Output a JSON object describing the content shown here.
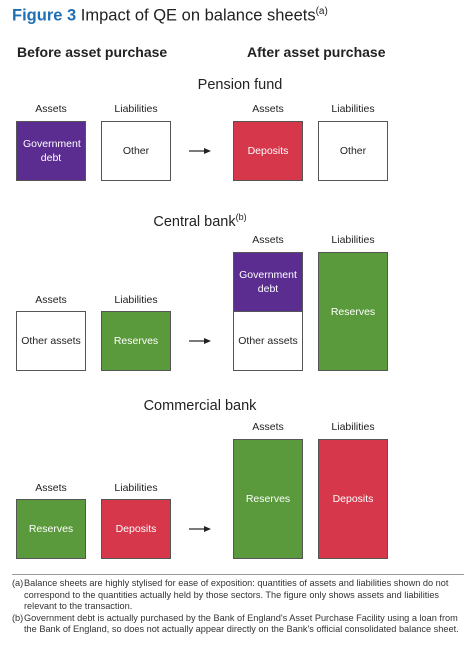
{
  "figure": {
    "number": "Figure 3",
    "title": "Impact of QE on balance sheets",
    "title_note": "(a)"
  },
  "columns": {
    "before": "Before asset purchase",
    "after": "After asset purchase"
  },
  "labels": {
    "assets": "Assets",
    "liabilities": "Liabilities"
  },
  "sections": {
    "pension_fund": {
      "title": "Pension fund",
      "before_assets": "Government debt",
      "before_liabilities": "Other",
      "after_assets": "Deposits",
      "after_liabilities": "Other"
    },
    "central_bank": {
      "title": "Central bank",
      "title_note": "(b)",
      "before_assets": "Other assets",
      "before_liabilities": "Reserves",
      "after_assets_top": "Government debt",
      "after_assets_bottom": "Other assets",
      "after_liabilities": "Reserves"
    },
    "commercial_bank": {
      "title": "Commercial bank",
      "before_assets": "Reserves",
      "before_liabilities": "Deposits",
      "after_assets": "Reserves",
      "after_liabilities": "Deposits"
    }
  },
  "notes": [
    {
      "mark": "(a)",
      "text": "Balance sheets are highly stylised for ease of exposition: quantities of assets and liabilities shown do not correspond to the quantities actually held by those sectors. The figure only shows assets and liabilities relevant to the transaction."
    },
    {
      "mark": "(b)",
      "text": "Government debt is actually purchased by the Bank of England's Asset Purchase Facility using a loan from the Bank of England, so does not actually appear directly on the Bank's official consolidated balance sheet."
    }
  ],
  "colors": {
    "title_blue": "#1f6fb4",
    "government_debt": "#5b2d91",
    "deposits": "#d6374b",
    "reserves": "#5a9a3c"
  },
  "icons": {
    "arrow": "right-arrow-icon"
  }
}
